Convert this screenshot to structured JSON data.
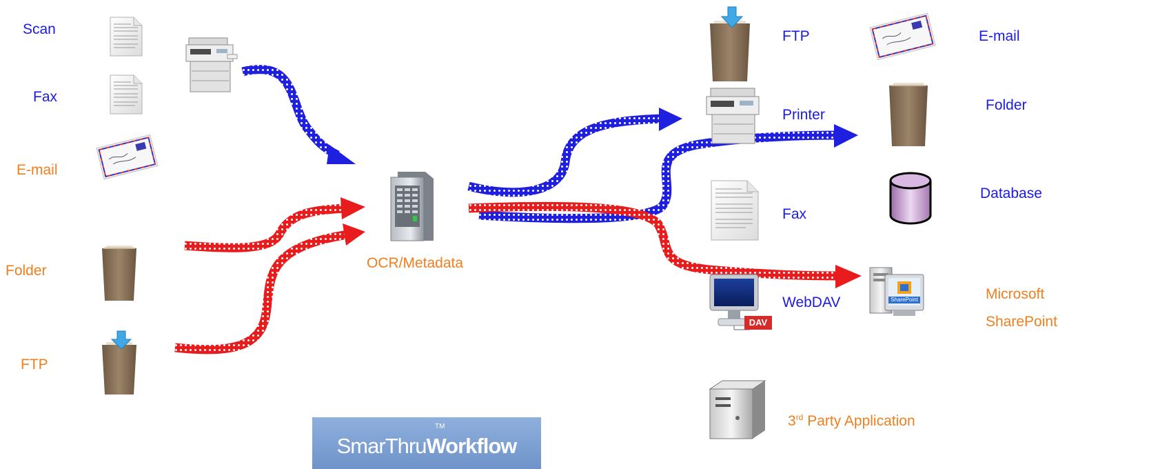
{
  "inputs": {
    "scan": "Scan",
    "fax": "Fax",
    "email": "E-mail",
    "folder": "Folder",
    "ftp": "FTP"
  },
  "processor": {
    "label": "OCR/Metadata"
  },
  "outputs": {
    "ftp": "FTP",
    "email": "E-mail",
    "printer": "Printer",
    "folder": "Folder",
    "database": "Database",
    "fax": "Fax",
    "webdav": "WebDAV",
    "sharepoint_line1": "Microsoft",
    "sharepoint_line2": "SharePoint",
    "third_party_ord": "3",
    "third_party_sup": "rd",
    "third_party_rest": " Party Application"
  },
  "brand": {
    "prefix": "SmarThru",
    "tm": "TM",
    "bold": "Workflow"
  },
  "icon_badges": {
    "dav": "DAV",
    "sharepoint": "SharePoint"
  },
  "colors": {
    "blue_text": "#1a1ae6",
    "orange_text": "#f07e1e",
    "blue_arrow": "#1f1fe0",
    "red_arrow": "#e81c1c",
    "brand_bg": "#7fa2d6"
  },
  "icons": [
    "document-icon",
    "copier-icon",
    "envelope-icon",
    "folder-icon",
    "ftp-folder-icon",
    "server-icon",
    "database-icon",
    "webdav-monitor-icon",
    "sharepoint-computer-icon",
    "tower-pc-icon"
  ]
}
